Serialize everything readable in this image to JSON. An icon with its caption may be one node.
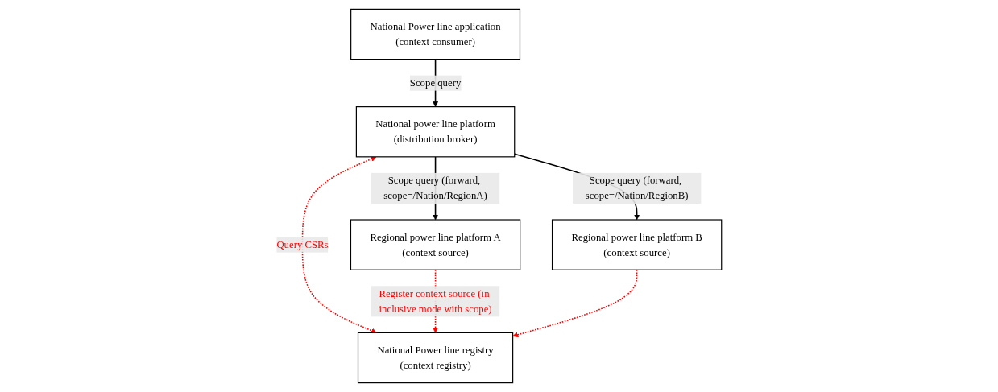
{
  "diagram": {
    "nodes": [
      {
        "text": [
          "National Power line application",
          "(context consumer)"
        ]
      },
      {
        "text": [
          "National power line platform",
          "(distribution broker)"
        ]
      },
      {
        "text": [
          "National Power line registry",
          "(context registry)"
        ]
      },
      {
        "text": [
          "Regional power line platform A",
          "(context source)"
        ]
      },
      {
        "text": [
          "Regional power line platform B",
          "(context source)"
        ]
      }
    ],
    "edges": [
      {
        "from": 0,
        "to": 1,
        "arrow": "to",
        "label": "Scope query"
      },
      {
        "from": 1,
        "to": 2,
        "arrow": "both",
        "label": "Query CSRs",
        "style": "dashed",
        "color": "#ff0000"
      },
      {
        "from": 1,
        "to": 3,
        "arrow": "to",
        "label": "Scope query (forward, scope=/Nation/RegionA)"
      },
      {
        "from": 1,
        "to": 4,
        "arrow": "to",
        "label": "Scope query (forward, scope=/Nation/RegionB)"
      },
      {
        "from": 3,
        "to": 2,
        "arrow": "to",
        "label": "Register context source (in inclusive mode with scope)",
        "style": "dashed",
        "color": "#ff0000"
      },
      {
        "from": 4,
        "to": 2,
        "arrow": "to",
        "style": "dashed",
        "color": "#ff0000"
      }
    ]
  }
}
